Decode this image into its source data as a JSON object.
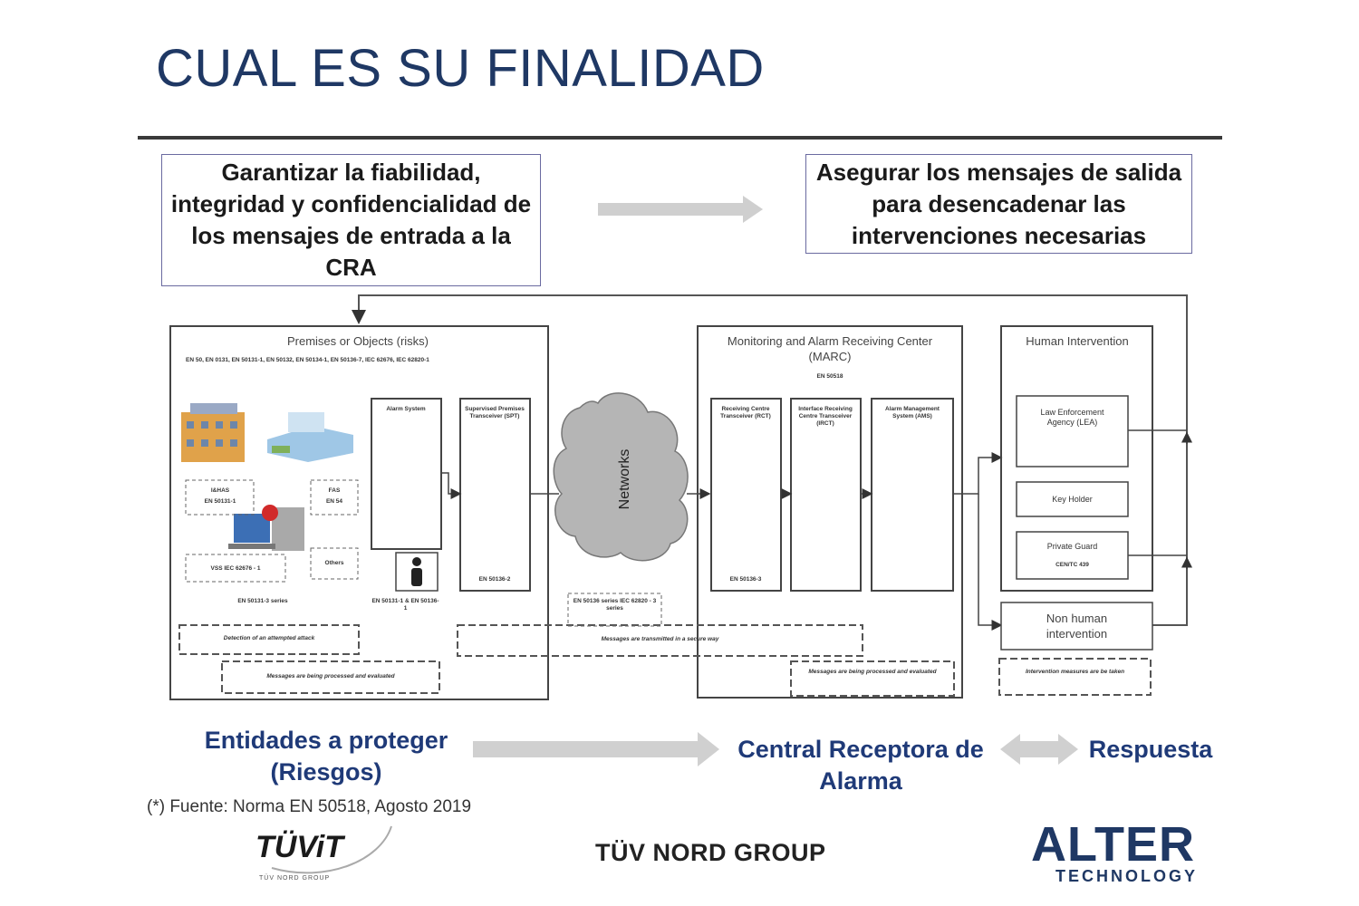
{
  "title": "CUAL ES SU FINALIDAD",
  "top_left_box": "Garantizar la fiabilidad, integridad y confidencialidad de los mensajes de entrada a la CRA",
  "top_right_box": "Asegurar los  mensajes de salida para desencadenar las intervenciones necesarias",
  "diagram": {
    "premises": {
      "title": "Premises or Objects (risks)",
      "standards": "EN 50, EN 0131, EN 50131-1, EN 50132, EN 50134-1, EN 50136-7, IEC 62676, IEC 62820-1",
      "i_and_has_label": "I&HAS",
      "i_and_has_std": "EN 50131-1",
      "fire_label": "FAS",
      "fire_std": "EN 54",
      "vss_label": "VSS  IEC 62676 - 1",
      "others": "Others",
      "en_series": "EN 50131-3 series",
      "alarm_system": "Alarm System",
      "sps": "Supervised Premises Transceiver (SPT)",
      "sps_std": "EN 50136-2",
      "atp_std": "EN 50131-1 & EN 50136-1",
      "detection": "Detection of an attempted attack",
      "processed": "Messages are being processed and evaluated"
    },
    "networks": "Networks",
    "networks_std": "EN 50136 series IEC 62820 - 3 series",
    "transmitted": "Messages are transmitted in a secure way",
    "marc": {
      "title": "Monitoring and Alarm Receiving Center (MARC)",
      "std": "EN 50518",
      "rct": "Receiving Centre Transceiver (RCT)",
      "rct_std": "EN 50136-3",
      "irct": "Interface Receiving Centre Transceiver (IRCT)",
      "ams": "Alarm Management System (AMS)",
      "processed": "Messages are being processed and evaluated"
    },
    "human": {
      "title": "Human Intervention",
      "lea": "Law Enforcement Agency (LEA)",
      "key_holder": "Key Holder",
      "private_guard": "Private Guard",
      "private_guard_std": "CEN/TC 439",
      "non_human": "Non human intervention",
      "info": "Intervention measures are be taken"
    }
  },
  "bottom": {
    "entities": "Entidades a proteger (Riesgos)",
    "central": "Central Receptora de Alarma",
    "respuesta": "Respuesta"
  },
  "source": "(*) Fuente: Norma EN 50518, Agosto 2019",
  "logos": {
    "tuvit": "TÜViT",
    "tuvit_sub": "TÜV NORD GROUP",
    "tuv_group": "TÜV NORD GROUP",
    "alter": "ALTER",
    "alter_sub": "TECHNOLOGY"
  }
}
